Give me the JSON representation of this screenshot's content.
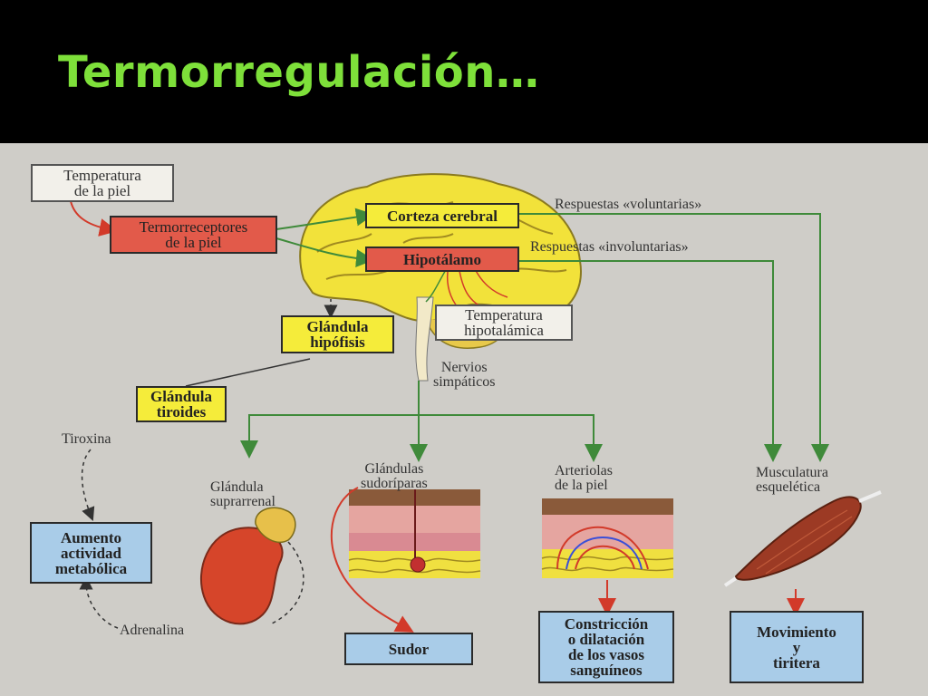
{
  "slide": {
    "title": "Termorregulación…"
  },
  "diagram": {
    "boxes": {
      "temperatura_piel": [
        "Temperatura",
        "de la piel"
      ],
      "termorreceptores": [
        "Termorreceptores",
        "de la piel"
      ],
      "corteza": "Corteza cerebral",
      "hipotalamo": "Hipotálamo",
      "temperatura_hipotalamica": [
        "Temperatura",
        "hipotalámica"
      ],
      "hipofisis": [
        "Glándula",
        "hipófisis"
      ],
      "tiroides": [
        "Glándula",
        "tiroides"
      ],
      "aumento_actividad": [
        "Aumento",
        "actividad",
        "metabólica"
      ],
      "sudor": "Sudor",
      "constriccion": [
        "Constricción",
        "o dilatación",
        "de los vasos",
        "sanguíneos"
      ],
      "movimiento": [
        "Movimiento",
        "y",
        "tiritera"
      ]
    },
    "labels": {
      "respuestas_voluntarias": "Respuestas «voluntarias»",
      "respuestas_involuntarias": "Respuestas «involuntarias»",
      "nervios_simpaticos": [
        "Nervios",
        "simpáticos"
      ],
      "tiroxina": "Tiroxina",
      "adrenalina": "Adrenalina",
      "glandula_suprarrenal": [
        "Glándula",
        "suprarrenal"
      ],
      "glandulas_sudoriparas": [
        "Glándulas",
        "sudoríparas"
      ],
      "arteriolas_piel": [
        "Arteriolas",
        "de la piel"
      ],
      "musculatura": [
        "Musculatura",
        "esquelética"
      ]
    },
    "colors": {
      "background": "#cfcdc8",
      "arrow_green": "#3f8a3a",
      "arrow_red": "#d23a2a",
      "box_red": "#e25a4a",
      "box_yellow": "#f5ec3a",
      "box_blue": "#a9cce8",
      "brain_yellow": "#f2e23a",
      "title_green": "#7ee03a"
    }
  }
}
